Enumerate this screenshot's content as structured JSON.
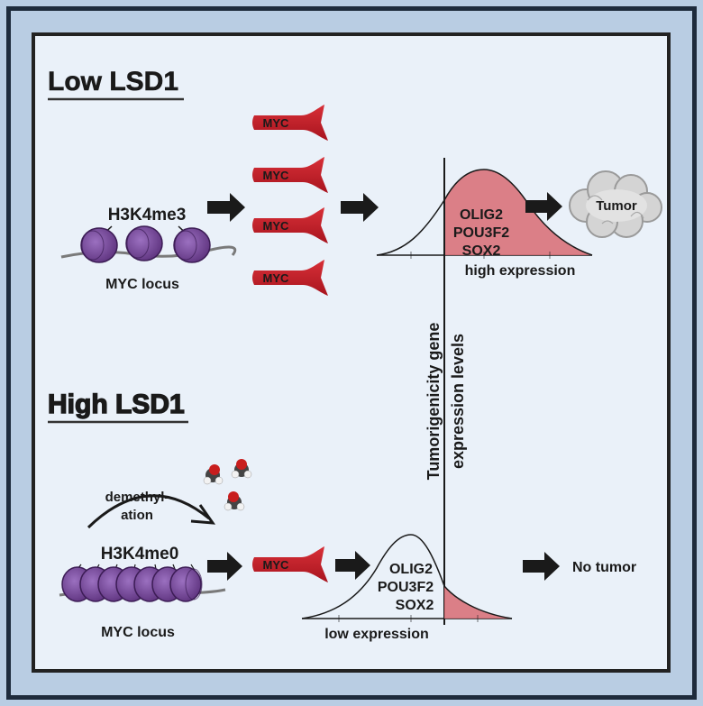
{
  "sections": {
    "low": {
      "heading": "Low LSD1",
      "mark": "H3K4me3",
      "locus": "MYC locus",
      "myc_label": "MYC",
      "genes": [
        "OLIG2",
        "POU3F2",
        "SOX2"
      ],
      "expression": "high expression",
      "outcome": "Tumor"
    },
    "high": {
      "heading": "High LSD1",
      "process": [
        "demethyl-",
        "ation"
      ],
      "mark": "H3K4me0",
      "locus": "MYC locus",
      "myc_label": "MYC",
      "genes": [
        "OLIG2",
        "POU3F2",
        "SOX2"
      ],
      "expression": "low expression",
      "outcome": "No tumor"
    }
  },
  "axis_label": [
    "Tumorigenicity gene",
    "expression levels"
  ],
  "colors": {
    "myc_red": "#c8202c",
    "nucleosome": "#7a4a9a",
    "curve_fill": "#d9727a",
    "heading_low": "#8b1414",
    "arrow": "#1a1a1a"
  }
}
